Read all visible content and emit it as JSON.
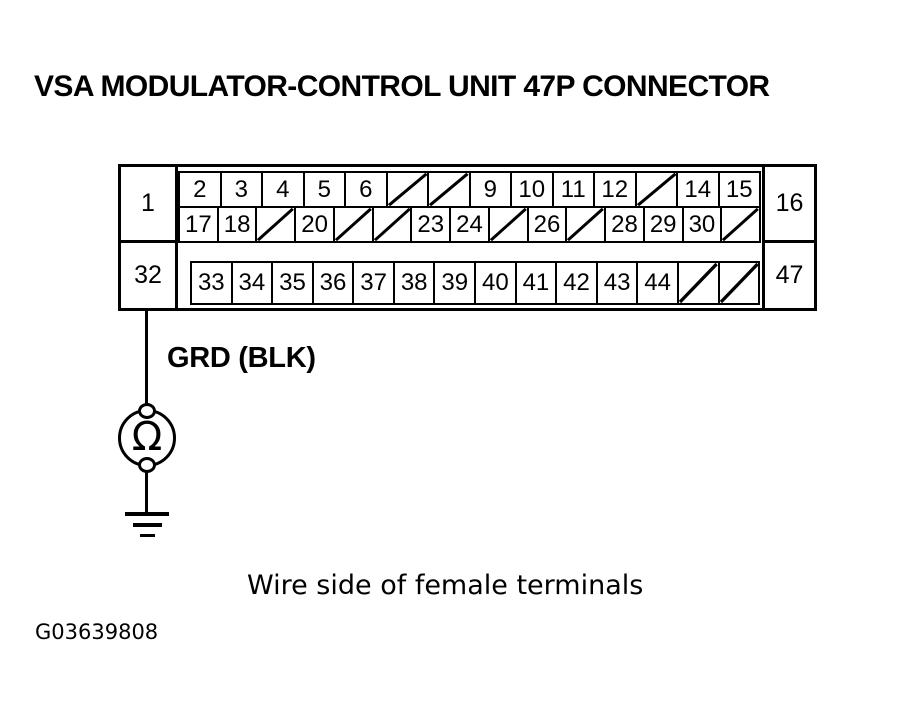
{
  "title": "VSA MODULATOR-CONTROL UNIT 47P CONNECTOR",
  "connector": {
    "empty_marker": "/",
    "corner_pins": {
      "top_left": "1",
      "top_right": "16",
      "bottom_left": "32",
      "bottom_right": "47"
    },
    "rows": {
      "top": [
        "2",
        "3",
        "4",
        "5",
        "6",
        "/",
        "/",
        "9",
        "10",
        "11",
        "12",
        "/",
        "14",
        "15"
      ],
      "middle": [
        "17",
        "18",
        "/",
        "20",
        "/",
        "/",
        "23",
        "24",
        "/",
        "26",
        "/",
        "28",
        "29",
        "30",
        "/"
      ],
      "bottom": [
        "33",
        "34",
        "35",
        "36",
        "37",
        "38",
        "39",
        "40",
        "41",
        "42",
        "43",
        "44",
        "/",
        "/"
      ]
    }
  },
  "wire": {
    "label": "GRD (BLK)"
  },
  "meter": {
    "symbol": "Ω"
  },
  "ground_icon": "earth-ground",
  "caption": "Wire side of female terminals",
  "figure_id": "G03639808",
  "colors": {
    "ink": "#000000",
    "background": "#ffffff"
  }
}
